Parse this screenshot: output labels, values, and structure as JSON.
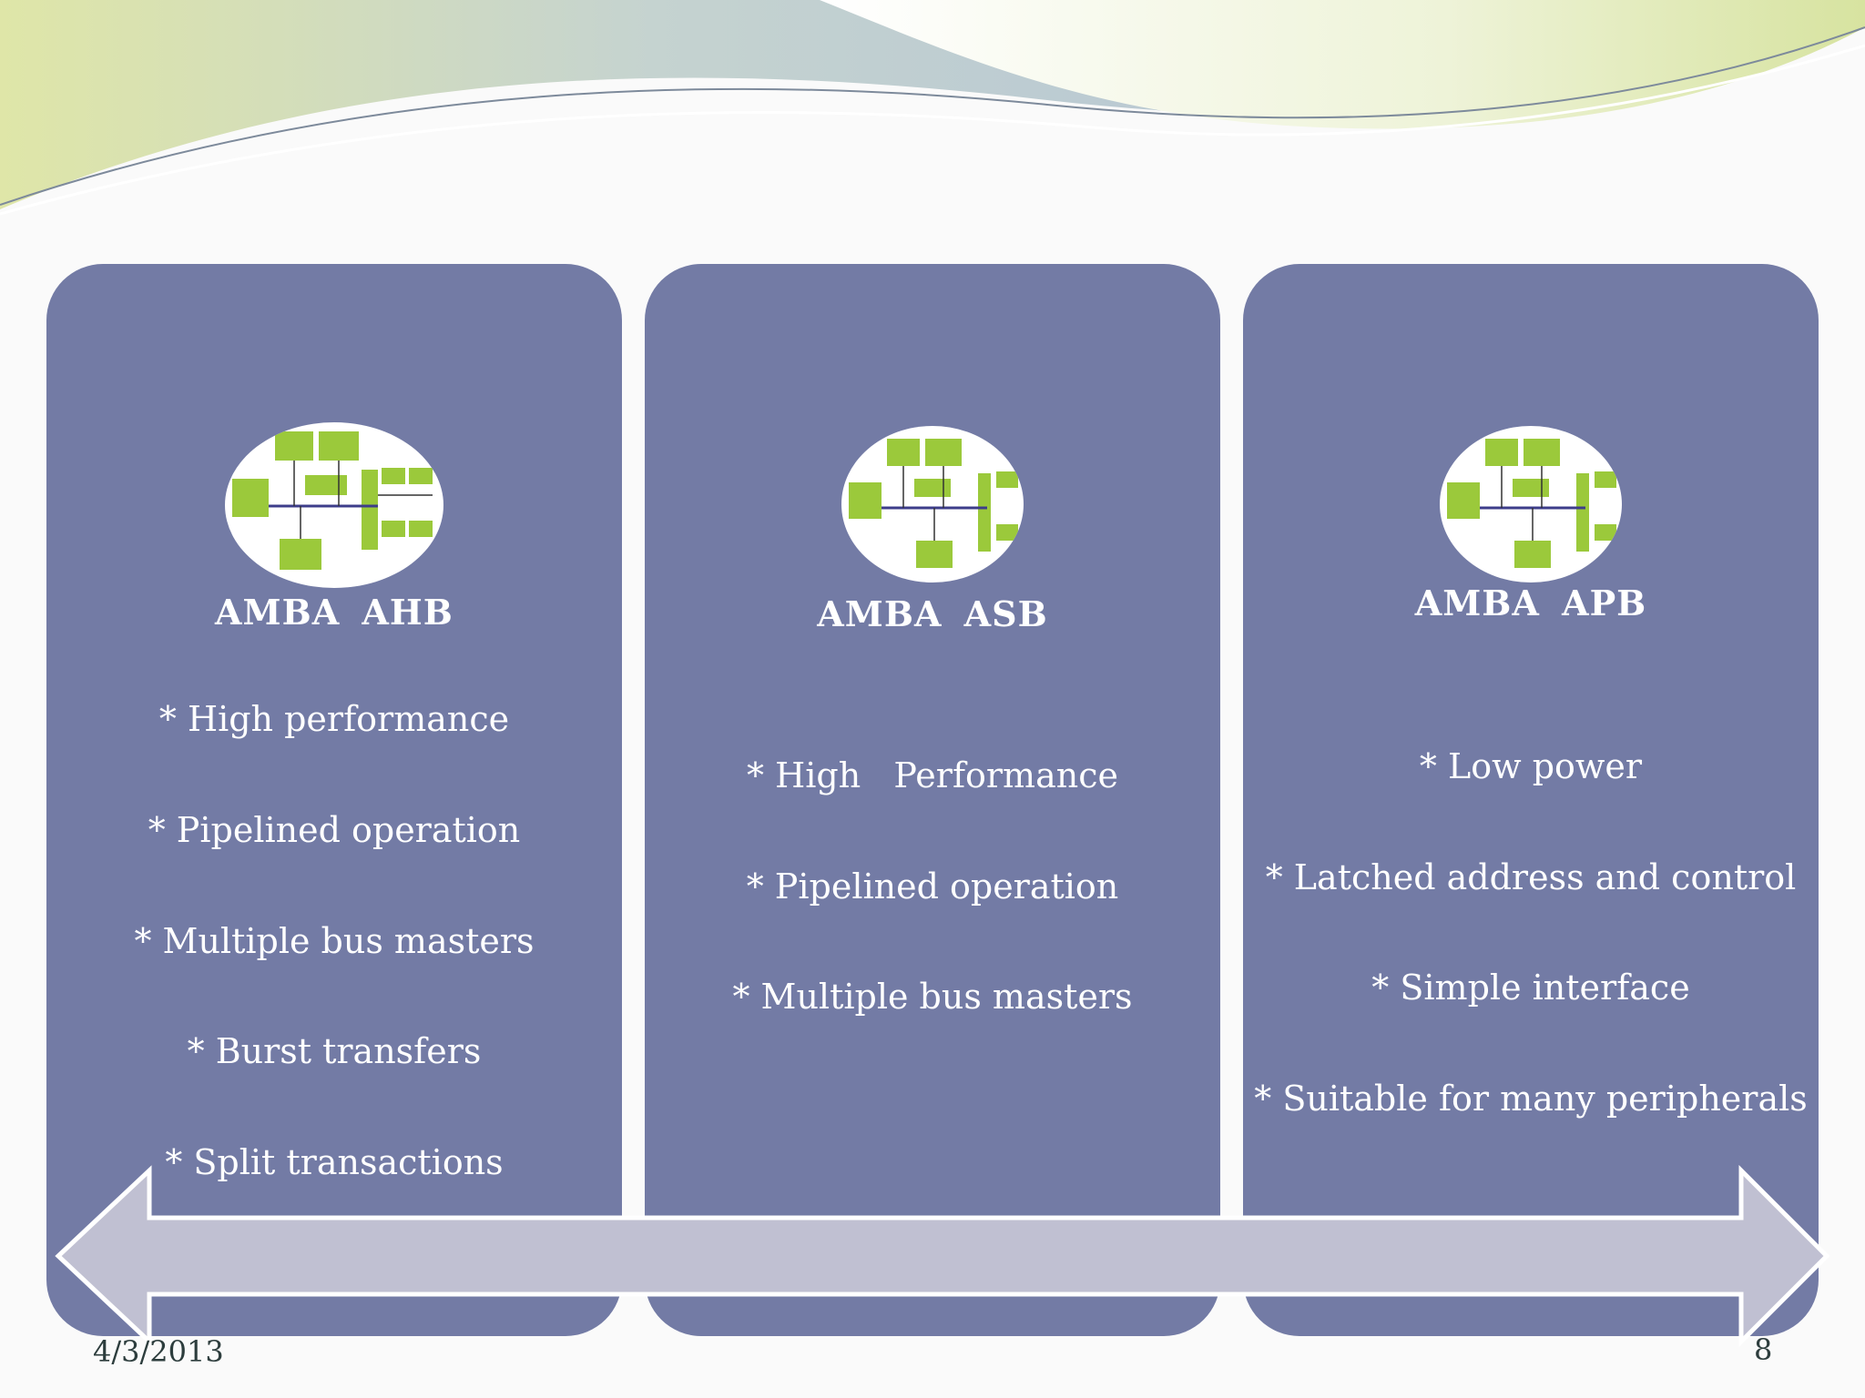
{
  "panels": [
    {
      "title": "AMBA  AHB",
      "items": [
        "* High performance",
        "* Pipelined operation",
        "* Multiple bus masters",
        "* Burst transfers",
        "* Split transactions"
      ]
    },
    {
      "title": "AMBA  ASB",
      "items": [
        "* High   Performance",
        "* Pipelined operation",
        "* Multiple bus masters"
      ]
    },
    {
      "title": "AMBA  APB",
      "items": [
        "* Low power",
        "* Latched address and control",
        "* Simple interface",
        "* Suitable for many peripherals"
      ]
    }
  ],
  "footer": {
    "date": "4/3/2013",
    "page": "8"
  },
  "colors": {
    "panel": "#737ba5",
    "arrow": "#c0c0d2",
    "block": "#9bc93b"
  }
}
